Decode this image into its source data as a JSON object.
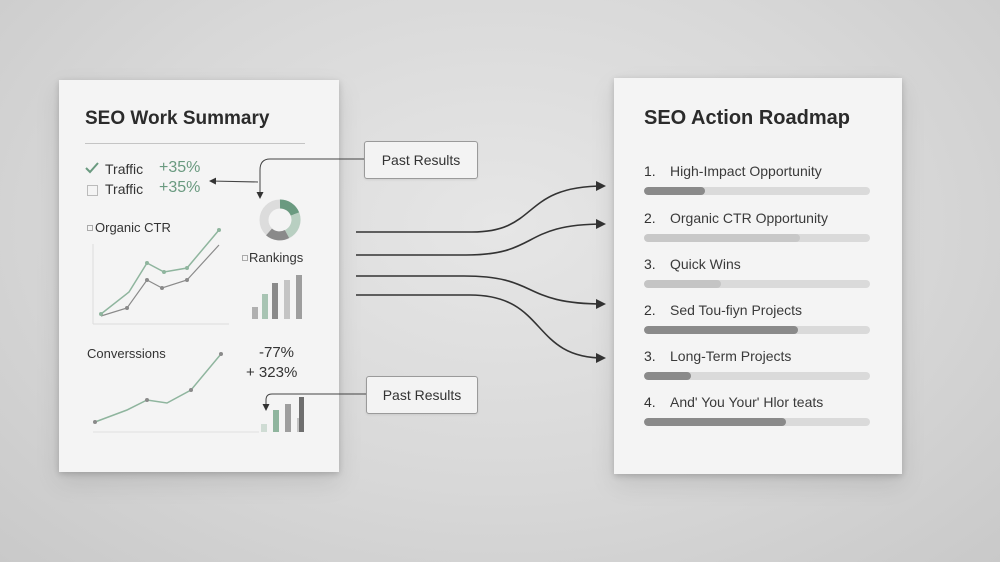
{
  "left_sheet": {
    "title": "SEO Work Summary",
    "metrics": [
      {
        "label": "Traffic",
        "value": "+35%",
        "marker": "check-icon"
      },
      {
        "label": "Traffic",
        "value": "+35%",
        "marker": "checkbox-icon"
      }
    ],
    "organic_ctr_label": "Organic CTR",
    "rankings_label": "Rankings",
    "conversions_label": "Converssions",
    "stat_values": [
      "-77%",
      "+ 323%"
    ]
  },
  "callouts": {
    "top": "Past Results",
    "bottom": "Past Results"
  },
  "right_sheet": {
    "title": "SEO Action Roadmap",
    "items": [
      {
        "num": "1.",
        "text": "High-Impact Opportunity",
        "progress": 0.27,
        "fill_color": "#8a8a8a"
      },
      {
        "num": "2.",
        "text": "Organic CTR Opportunity",
        "progress": 0.69,
        "fill_color": "#c8c8c8"
      },
      {
        "num": "3.",
        "text": "Quick Wins",
        "progress": 0.34,
        "fill_color": "#c4c4c4"
      },
      {
        "num": "2.",
        "text": "Sed Tou-fiyn Projects",
        "progress": 0.68,
        "fill_color": "#8a8a8a"
      },
      {
        "num": "3.",
        "text": "Long-Term Projects",
        "progress": 0.21,
        "fill_color": "#8a8a8a"
      },
      {
        "num": "4.",
        "text": "And' You Your' Hlor teats",
        "progress": 0.63,
        "fill_color": "#8a8a8a"
      }
    ]
  },
  "colors": {
    "accent_green": "#6a9a80",
    "light_green": "#8fb59e",
    "bar_gray": "#8a8a8a",
    "arrow": "#333333"
  }
}
